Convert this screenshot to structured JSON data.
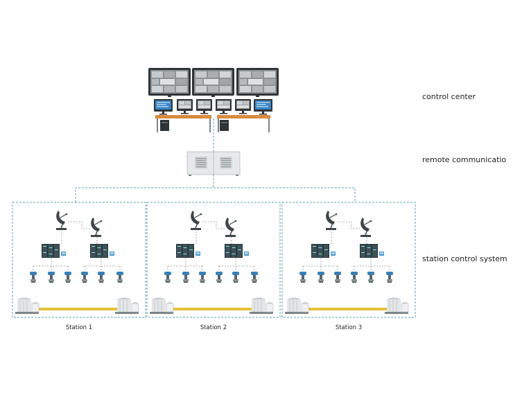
{
  "tiers": {
    "control_center": "control center",
    "remote_communication": "remote communicatio",
    "station_control_system": "station control system"
  },
  "stations": [
    {
      "label": "Station 1"
    },
    {
      "label": "Station 2"
    },
    {
      "label": "Station 3"
    }
  ],
  "colors": {
    "dashed_line": "#5b9fb0",
    "pipeline": "#e2c23a",
    "desk": "#d98a3d",
    "monitor_blue": "#3a86c6",
    "rack": "#253238"
  },
  "icons": {
    "video_wall": "video-wall-icon",
    "workstation": "workstation-icon",
    "server": "server-cabinet-icon",
    "dish": "satellite-dish-icon",
    "rack": "control-rack-icon",
    "instrument": "field-instrument-icon",
    "tank": "storage-tank-icon"
  }
}
